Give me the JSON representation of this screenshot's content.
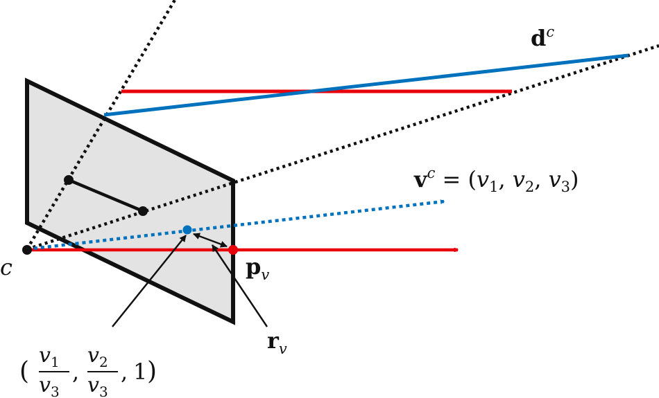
{
  "labels": {
    "camera_center": "c",
    "direction_vector": "d",
    "direction_sup": "c",
    "ray_vector": "v",
    "ray_sup": "c",
    "ray_eq": " = (",
    "v1": "v",
    "v1_sub": "1",
    "comma1": ", ",
    "v2": "v",
    "v2_sub": "2",
    "comma2": ", ",
    "v3": "v",
    "v3_sub": "3",
    "ray_close": ")",
    "point": "p",
    "point_sub": "v",
    "residual": "r",
    "residual_sub": "v",
    "proj_open": "(",
    "frac1_num": "v",
    "frac1_num_sub": "1",
    "frac1_den": "v",
    "frac1_den_sub": "3",
    "proj_comma1": ",",
    "frac2_num": "v",
    "frac2_num_sub": "2",
    "frac2_den": "v",
    "frac2_den_sub": "3",
    "proj_comma2": ",",
    "proj_one": "1",
    "proj_close": ")"
  },
  "colors": {
    "plane_fill": "#e3e3e3",
    "plane_stroke": "#111111",
    "red": "#e8000b",
    "blue": "#0071bc",
    "black": "#111111"
  }
}
